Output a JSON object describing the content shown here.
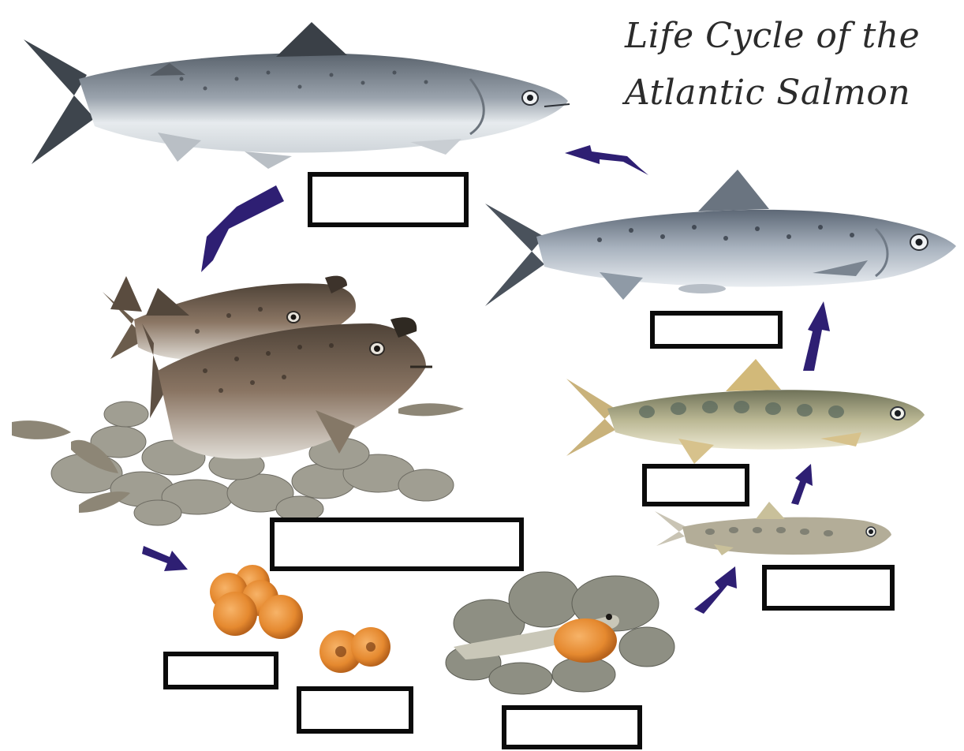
{
  "title": {
    "line1": "Life Cycle of the",
    "line2": "Atlantic Salmon"
  },
  "colors": {
    "arrow": "#2e1f73",
    "box_border": "#0b0b0b",
    "adult_salmon": "#8f98a3",
    "spawning_salmon": "#8a6f58",
    "parr": "#b7a97a",
    "egg": "#e5892f",
    "gravel": "#9a9a90"
  },
  "stages": [
    {
      "id": "adult",
      "icon": "adult-salmon-icon"
    },
    {
      "id": "smolt",
      "icon": "smolt-salmon-icon"
    },
    {
      "id": "parr",
      "icon": "parr-salmon-icon"
    },
    {
      "id": "fry",
      "icon": "fry-salmon-icon"
    },
    {
      "id": "alevin",
      "icon": "alevin-icon"
    },
    {
      "id": "eggs",
      "icon": "eggs-icon"
    },
    {
      "id": "spawning",
      "icon": "spawning-salmon-icon"
    }
  ],
  "labels": {
    "adult": "",
    "smolt": "",
    "parr": "",
    "fry": "",
    "spawning": "",
    "eggs_left": "",
    "eggs_right": "",
    "alevin": ""
  }
}
